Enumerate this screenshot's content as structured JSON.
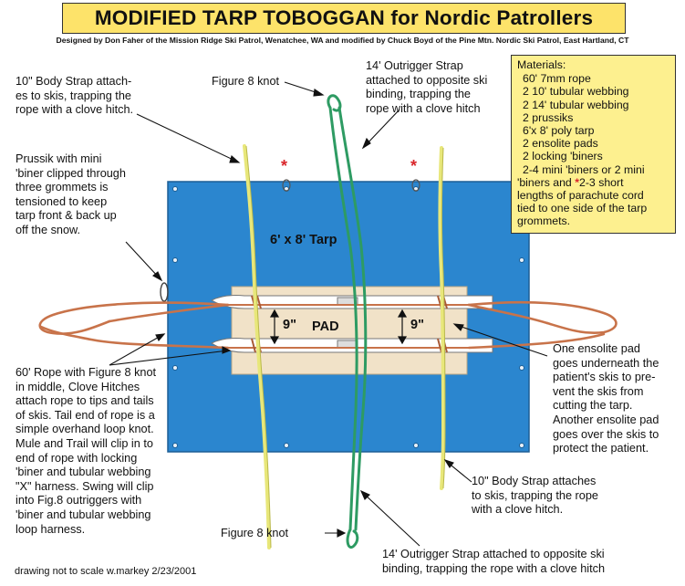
{
  "title": "MODIFIED TARP TOBOGGAN for Nordic Patrollers",
  "credits": "Designed by Don Faher of the Mission Ridge Ski Patrol, Wenatchee, WA and modified by Chuck Boyd of the Pine Mtn. Nordic Ski Patrol, East Hartland, CT",
  "materials": {
    "heading": "Materials:",
    "items": [
      "60' 7mm rope",
      "2 10' tubular webbing",
      "2 14' tubular webbing",
      "2 prussiks",
      "6'x 8' poly tarp",
      "2 ensolite pads",
      "2 locking 'biners",
      "2-4 mini 'biners or 2 mini",
      "'biners and ",
      "lengths of parachute cord",
      "tied to one side of the tarp",
      "grommets."
    ],
    "star_text": "2-3 short"
  },
  "labels": {
    "tarp": "6' x 8' Tarp",
    "pad": "PAD",
    "pad_width_left": "9\"",
    "pad_width_right": "9\"",
    "star": "*"
  },
  "annotations": {
    "body_strap_top": [
      "10\" Body Strap attach-",
      "es to skis, trapping the",
      "rope with a clove hitch."
    ],
    "figure8_top": "Figure 8 knot",
    "outrigger_top": [
      "14' Outrigger Strap",
      "attached to opposite ski",
      "binding, trapping the",
      "rope with a clove hitch"
    ],
    "prussik": [
      "Prussik with mini",
      "'biner clipped through",
      "three grommets is",
      "tensioned to keep",
      "tarp front & back up",
      "off the snow."
    ],
    "rope": [
      "60' Rope with Figure 8 knot",
      "in middle, Clove Hitches",
      "attach rope to tips and tails",
      "of skis. Tail end of rope is a",
      "simple overhand loop knot.",
      "Mule and Trail will clip in to",
      "end of rope with locking",
      "'biner and tubular webbing",
      "\"X\" harness. Swing will clip",
      "into Fig.8 outriggers with",
      "'biner and tubular webbing",
      "loop harness."
    ],
    "ensolite": [
      "One ensolite pad",
      "goes underneath the",
      "patient's skis to pre-",
      "vent the skis from",
      "cutting the tarp.",
      "Another ensolite pad",
      "goes over the skis to",
      "protect the patient."
    ],
    "body_strap_bottom": [
      "10\" Body Strap attaches",
      "to skis, trapping the rope",
      "with a clove hitch."
    ],
    "figure8_bottom": "Figure 8 knot",
    "outrigger_bottom": [
      "14' Outrigger Strap attached to opposite ski",
      "binding, trapping the rope with a clove hitch"
    ]
  },
  "footer": "drawing not to scale  w.markey  2/23/2001",
  "colors": {
    "title_bg": "#fde36a",
    "materials_bg": "#fdf08f",
    "tarp": "#2b86cf",
    "pad": "#f1e2c8",
    "rope": "#c8734a",
    "outrigger": "#2e9b63",
    "body_strap": "#e8e77a",
    "star": "#d9262b"
  }
}
